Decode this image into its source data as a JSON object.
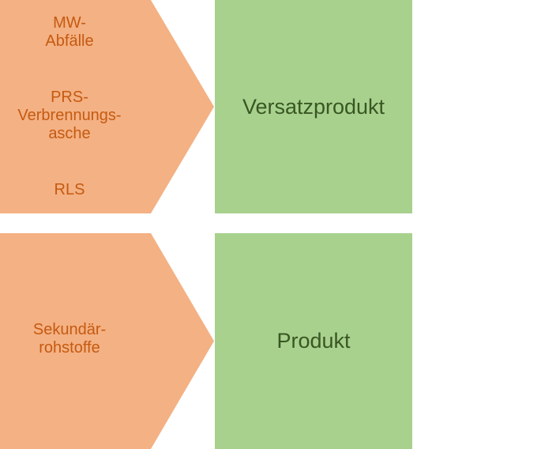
{
  "rows": [
    {
      "inputs": [
        "MW-",
        "Abfälle",
        "PRS-",
        "Verbrennungs-",
        "asche",
        "RLS"
      ],
      "output": "Versatzprodukt"
    },
    {
      "inputs": [
        "Sekundär-",
        "rohstoffe"
      ],
      "output": "Produkt"
    }
  ],
  "colors": {
    "arrow_fill": "#f4b183",
    "arrow_text": "#c55a11",
    "box_fill": "#a9d18e",
    "box_text": "#385723"
  }
}
